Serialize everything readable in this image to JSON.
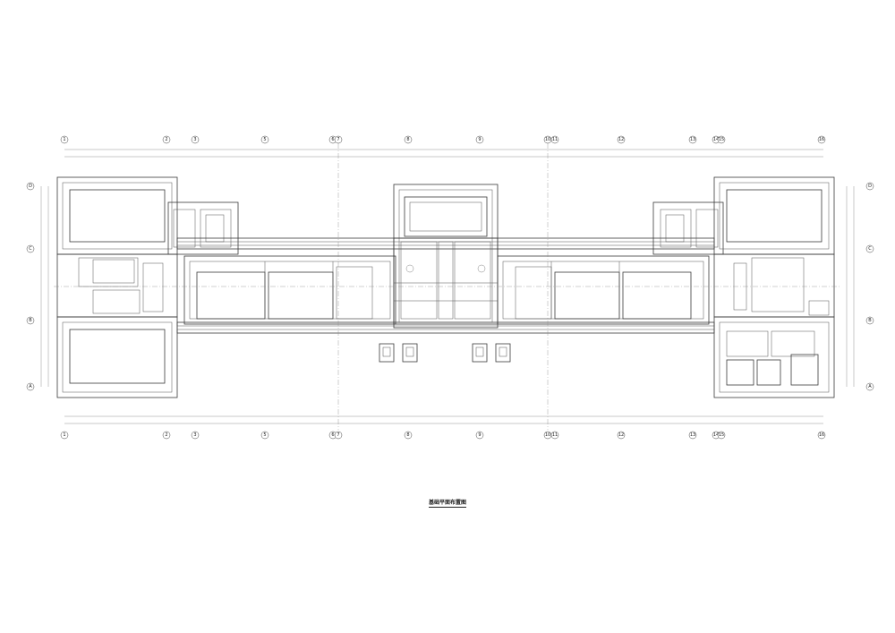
{
  "drawing_title": "基础平面布置图",
  "axis_labels_top": [
    "1",
    "2",
    "3",
    "5",
    "6",
    "7",
    "8",
    "9",
    "10",
    "11",
    "12",
    "13",
    "14",
    "15",
    "16"
  ],
  "axis_labels_side": [
    "D",
    "C",
    "B",
    "A"
  ],
  "colors": {
    "line": "#3a3a3a",
    "background": "#ffffff"
  }
}
